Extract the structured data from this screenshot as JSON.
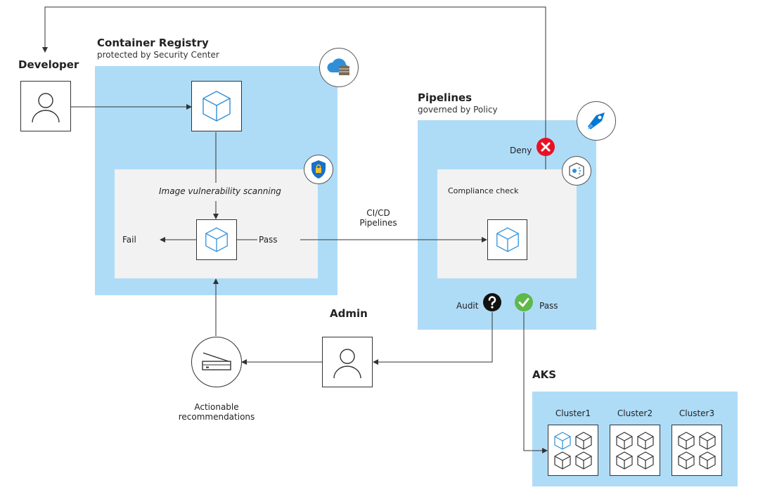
{
  "registry": {
    "title": "Container Registry",
    "subtitle": "protected by Security Center"
  },
  "developer": {
    "label": "Developer"
  },
  "scanning": {
    "label": "Image vulnerability scanning",
    "fail": "Fail",
    "pass": "Pass"
  },
  "cicd": {
    "line1": "CI/CD",
    "line2": "Pipelines"
  },
  "pipelines": {
    "title": "Pipelines",
    "subtitle": "governed by Policy",
    "deny": "Deny",
    "compliance": "Compliance check",
    "audit": "Audit",
    "pass": "Pass"
  },
  "admin": {
    "label": "Admin"
  },
  "recommendations": {
    "line1": "Actionable",
    "line2": "recommendations"
  },
  "aks": {
    "title": "AKS",
    "clusters": [
      "Cluster1",
      "Cluster2",
      "Cluster3"
    ]
  },
  "colors": {
    "panel_blue": "#aedcf7",
    "panel_grey": "#f2f2f2",
    "cube_blue": "#2f8fd8",
    "deny_red": "#e81123",
    "pass_green": "#5fb84a",
    "azure_blue": "#0078d4"
  }
}
